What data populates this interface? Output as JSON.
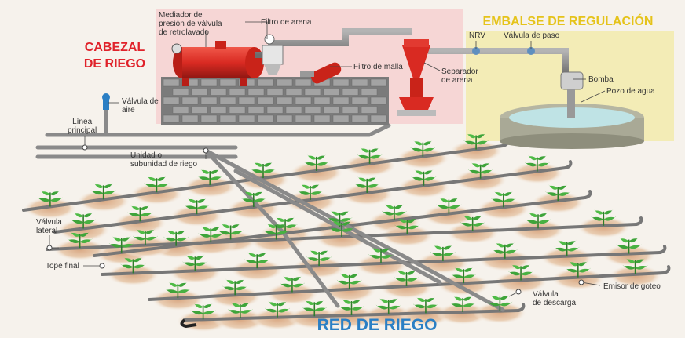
{
  "sections": {
    "head": "CABEZAL\nDE RIEGO",
    "reservoir": "EMBALSE DE REGULACIÓN",
    "network": "RED DE RIEGO"
  },
  "labels": {
    "pressure_mediator": "Mediador de\npresión de válvula\nde retrolavado",
    "sand_filter": "Filtro de arena",
    "mesh_filter": "Filtro de malla",
    "sand_separator": "Separador\nde arena",
    "nrv": "NRV",
    "gate_valve": "Válvula de paso",
    "pump": "Bomba",
    "water_well": "Pozo de agua",
    "air_valve": "Válvula de\naire",
    "main_line": "Línea\nprincipal",
    "unit": "Unidad o\nsubunidad de riego",
    "lateral_valve": "Válvula\nlateral",
    "end_cap": "Tope final",
    "drain_valve": "Válvula\nde descarga",
    "drip_emitter": "Emisor de goteo"
  },
  "colors": {
    "head_title": "#e0222a",
    "reservoir_title": "#e5c31a",
    "network_title": "#2b7fc4",
    "head_zone": "#f6d3d3",
    "reservoir_zone": "#f3eaa9",
    "pipe": "#8a8a8a",
    "tank": "#d92a22",
    "plant": "#3ea43a",
    "soil": "#e6c3a4"
  },
  "icons": [
    "sand-filter-tank-icon",
    "mesh-filter-icon",
    "sand-separator-icon",
    "pump-icon",
    "water-well-icon",
    "air-valve-icon",
    "plant-icon"
  ]
}
